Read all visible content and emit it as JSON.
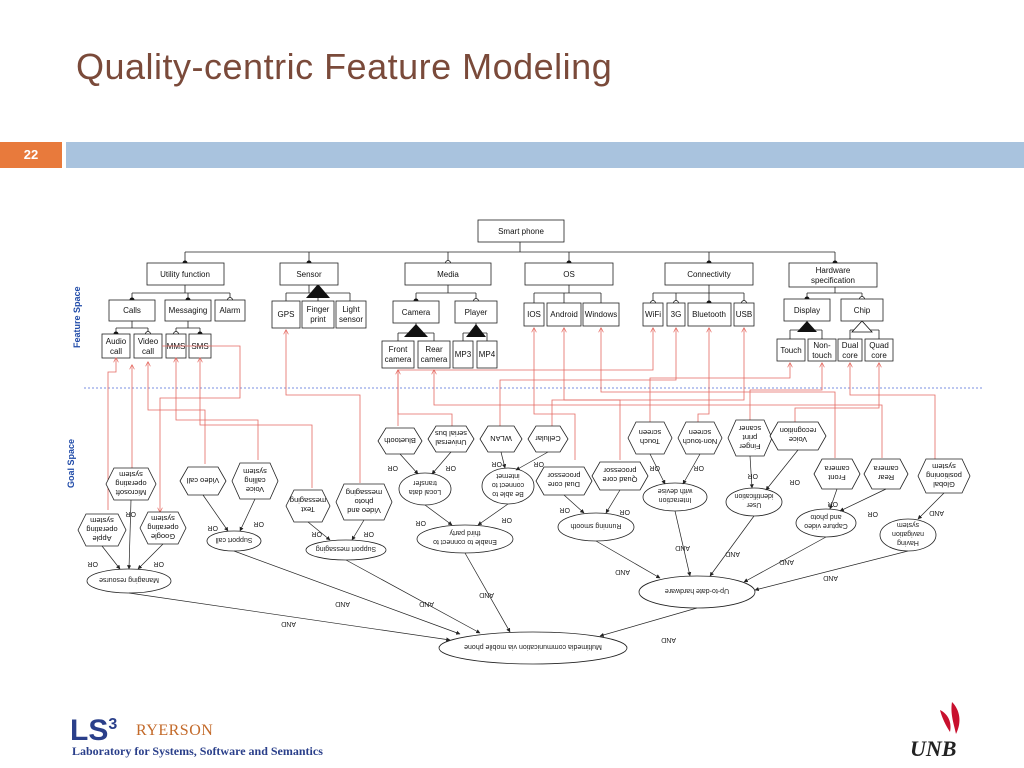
{
  "slide": {
    "title": "Quality-centric Feature Modeling",
    "number": "22"
  },
  "labels": {
    "feature_space": "Feature Space",
    "goal_space": "Goal Space"
  },
  "footer": {
    "ls_mark": "LS",
    "ls_superscript": "3",
    "ryerson": "RYERSON",
    "lab_name": "Laboratory for Systems, Software and Semantics",
    "unb": "UNB"
  },
  "colors": {
    "title": "#7a4a3a",
    "accent_orange": "#e87a3c",
    "accent_blue": "#a9c3de",
    "traceability": "#e56a62",
    "separator": "#7a8fe0",
    "side_label": "#1f4aa8"
  },
  "features": [
    {
      "id": "root",
      "lines": [
        "Smart phone"
      ]
    },
    {
      "id": "utility",
      "lines": [
        "Utility function"
      ]
    },
    {
      "id": "sensor",
      "lines": [
        "Sensor"
      ]
    },
    {
      "id": "media",
      "lines": [
        "Media"
      ]
    },
    {
      "id": "os",
      "lines": [
        "OS"
      ]
    },
    {
      "id": "connectivity",
      "lines": [
        "Connectivity"
      ]
    },
    {
      "id": "hardware",
      "lines": [
        "Hardware",
        "specification"
      ]
    },
    {
      "id": "calls",
      "lines": [
        "Calls"
      ]
    },
    {
      "id": "messaging",
      "lines": [
        "Messaging"
      ]
    },
    {
      "id": "alarm",
      "lines": [
        "Alarm"
      ]
    },
    {
      "id": "gps",
      "lines": [
        "GPS"
      ]
    },
    {
      "id": "finger",
      "lines": [
        "Finger",
        "print"
      ]
    },
    {
      "id": "light",
      "lines": [
        "Light",
        "sensor"
      ]
    },
    {
      "id": "camera",
      "lines": [
        "Camera"
      ]
    },
    {
      "id": "player",
      "lines": [
        "Player"
      ]
    },
    {
      "id": "ios",
      "lines": [
        "IOS"
      ]
    },
    {
      "id": "android",
      "lines": [
        "Android"
      ]
    },
    {
      "id": "windows",
      "lines": [
        "Windows"
      ]
    },
    {
      "id": "wifi",
      "lines": [
        "WiFi"
      ]
    },
    {
      "id": "3g",
      "lines": [
        "3G"
      ]
    },
    {
      "id": "bluetooth",
      "lines": [
        "Bluetooth"
      ]
    },
    {
      "id": "usb",
      "lines": [
        "USB"
      ]
    },
    {
      "id": "display",
      "lines": [
        "Display"
      ]
    },
    {
      "id": "chip",
      "lines": [
        "Chip"
      ]
    },
    {
      "id": "audio",
      "lines": [
        "Audio",
        "call"
      ]
    },
    {
      "id": "video",
      "lines": [
        "Video",
        "call"
      ]
    },
    {
      "id": "mms",
      "lines": [
        "MMS"
      ]
    },
    {
      "id": "sms",
      "lines": [
        "SMS"
      ]
    },
    {
      "id": "front",
      "lines": [
        "Front",
        "camera"
      ]
    },
    {
      "id": "rear",
      "lines": [
        "Rear",
        "camera"
      ]
    },
    {
      "id": "mp3",
      "lines": [
        "MP3"
      ]
    },
    {
      "id": "mp4",
      "lines": [
        "MP4"
      ]
    },
    {
      "id": "touch",
      "lines": [
        "Touch"
      ]
    },
    {
      "id": "nontouch",
      "lines": [
        "Non-",
        "touch"
      ]
    },
    {
      "id": "dualcore",
      "lines": [
        "Dual",
        "core"
      ]
    },
    {
      "id": "quadcore",
      "lines": [
        "Quad",
        "core"
      ]
    }
  ],
  "softgoals": [
    {
      "id": "g_bt",
      "lines": [
        "Bluetooth"
      ]
    },
    {
      "id": "g_usb",
      "lines": [
        "Universal",
        "serial bus"
      ]
    },
    {
      "id": "g_wlan",
      "lines": [
        "WLAN"
      ]
    },
    {
      "id": "g_cell",
      "lines": [
        "Cellular"
      ]
    },
    {
      "id": "g_touch",
      "lines": [
        "Touch",
        "screen"
      ]
    },
    {
      "id": "g_nontouch",
      "lines": [
        "Non-touch",
        "screen"
      ]
    },
    {
      "id": "g_finger",
      "lines": [
        "Finger",
        "print",
        "scaner"
      ]
    },
    {
      "id": "g_voice",
      "lines": [
        "Voice",
        "recognition"
      ]
    },
    {
      "id": "g_ms",
      "lines": [
        "Microsoft",
        "operating",
        "system"
      ]
    },
    {
      "id": "g_vcall",
      "lines": [
        "Video call"
      ]
    },
    {
      "id": "g_voicecall",
      "lines": [
        "Voice",
        "calling",
        "system"
      ]
    },
    {
      "id": "g_dualproc",
      "lines": [
        "Dual core",
        "processor"
      ]
    },
    {
      "id": "g_quadproc",
      "lines": [
        "Quad core",
        "processor"
      ]
    },
    {
      "id": "g_front",
      "lines": [
        "Front",
        "camera"
      ]
    },
    {
      "id": "g_rear",
      "lines": [
        "Rear",
        "camera"
      ]
    },
    {
      "id": "g_gps",
      "lines": [
        "Global",
        "positioning",
        "system"
      ]
    },
    {
      "id": "g_apple",
      "lines": [
        "Apple",
        "operating",
        "system"
      ]
    },
    {
      "id": "g_google",
      "lines": [
        "Google",
        "operating",
        "system"
      ]
    },
    {
      "id": "g_text",
      "lines": [
        "Text",
        "messaging"
      ]
    },
    {
      "id": "g_photo",
      "lines": [
        "Video and",
        "photo",
        "messaging"
      ]
    }
  ],
  "goals": [
    {
      "id": "e_local",
      "lines": [
        "Local data",
        "transfer"
      ]
    },
    {
      "id": "e_internet",
      "lines": [
        "Be able to",
        "connect to",
        "internet"
      ]
    },
    {
      "id": "e_interaction",
      "lines": [
        "Interaction",
        "with devise"
      ]
    },
    {
      "id": "e_userid",
      "lines": [
        "User",
        "identification"
      ]
    },
    {
      "id": "e_supportcall",
      "lines": [
        "Support call"
      ]
    },
    {
      "id": "e_supportmsg",
      "lines": [
        "Support messaging"
      ]
    },
    {
      "id": "e_third",
      "lines": [
        "Enable to connect to",
        "third party"
      ]
    },
    {
      "id": "e_smooth",
      "lines": [
        "Running smooth"
      ]
    },
    {
      "id": "e_capture",
      "lines": [
        "Capture video",
        "and photo"
      ]
    },
    {
      "id": "e_nav",
      "lines": [
        "Having",
        "navigation",
        "system"
      ]
    },
    {
      "id": "e_resource",
      "lines": [
        "Managing resourse"
      ]
    },
    {
      "id": "e_uptodate",
      "lines": [
        "Up-to-date hardware"
      ]
    },
    {
      "id": "e_multimedia",
      "lines": [
        "Multimedia communication via mobile phone"
      ]
    }
  ],
  "relations": {
    "or": "OR",
    "and": "AND"
  }
}
